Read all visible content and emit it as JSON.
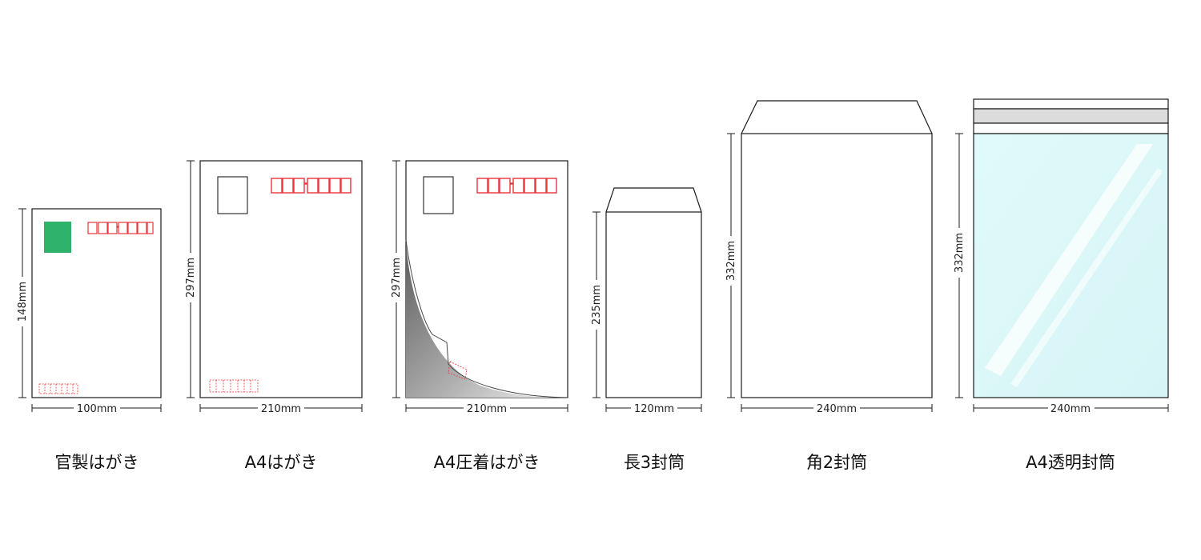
{
  "colors": {
    "outline": "#1a1a1a",
    "postal_red": "#e8343a",
    "stamp_green": "#2fb36a",
    "seal_gray": "#dcdcdc",
    "clear_film": "#e6fbfb"
  },
  "items": [
    {
      "caption": "官製はがき",
      "width_label": "100mm",
      "height_label": "148mm"
    },
    {
      "caption": "A4はがき",
      "width_label": "210mm",
      "height_label": "297mm"
    },
    {
      "caption": "A4圧着はがき",
      "width_label": "210mm",
      "height_label": "297mm"
    },
    {
      "caption": "長3封筒",
      "width_label": "120mm",
      "height_label": "235mm"
    },
    {
      "caption": "角2封筒",
      "width_label": "240mm",
      "height_label": "332mm"
    },
    {
      "caption": "A4透明封筒",
      "width_label": "240mm",
      "height_label": "332mm"
    }
  ]
}
